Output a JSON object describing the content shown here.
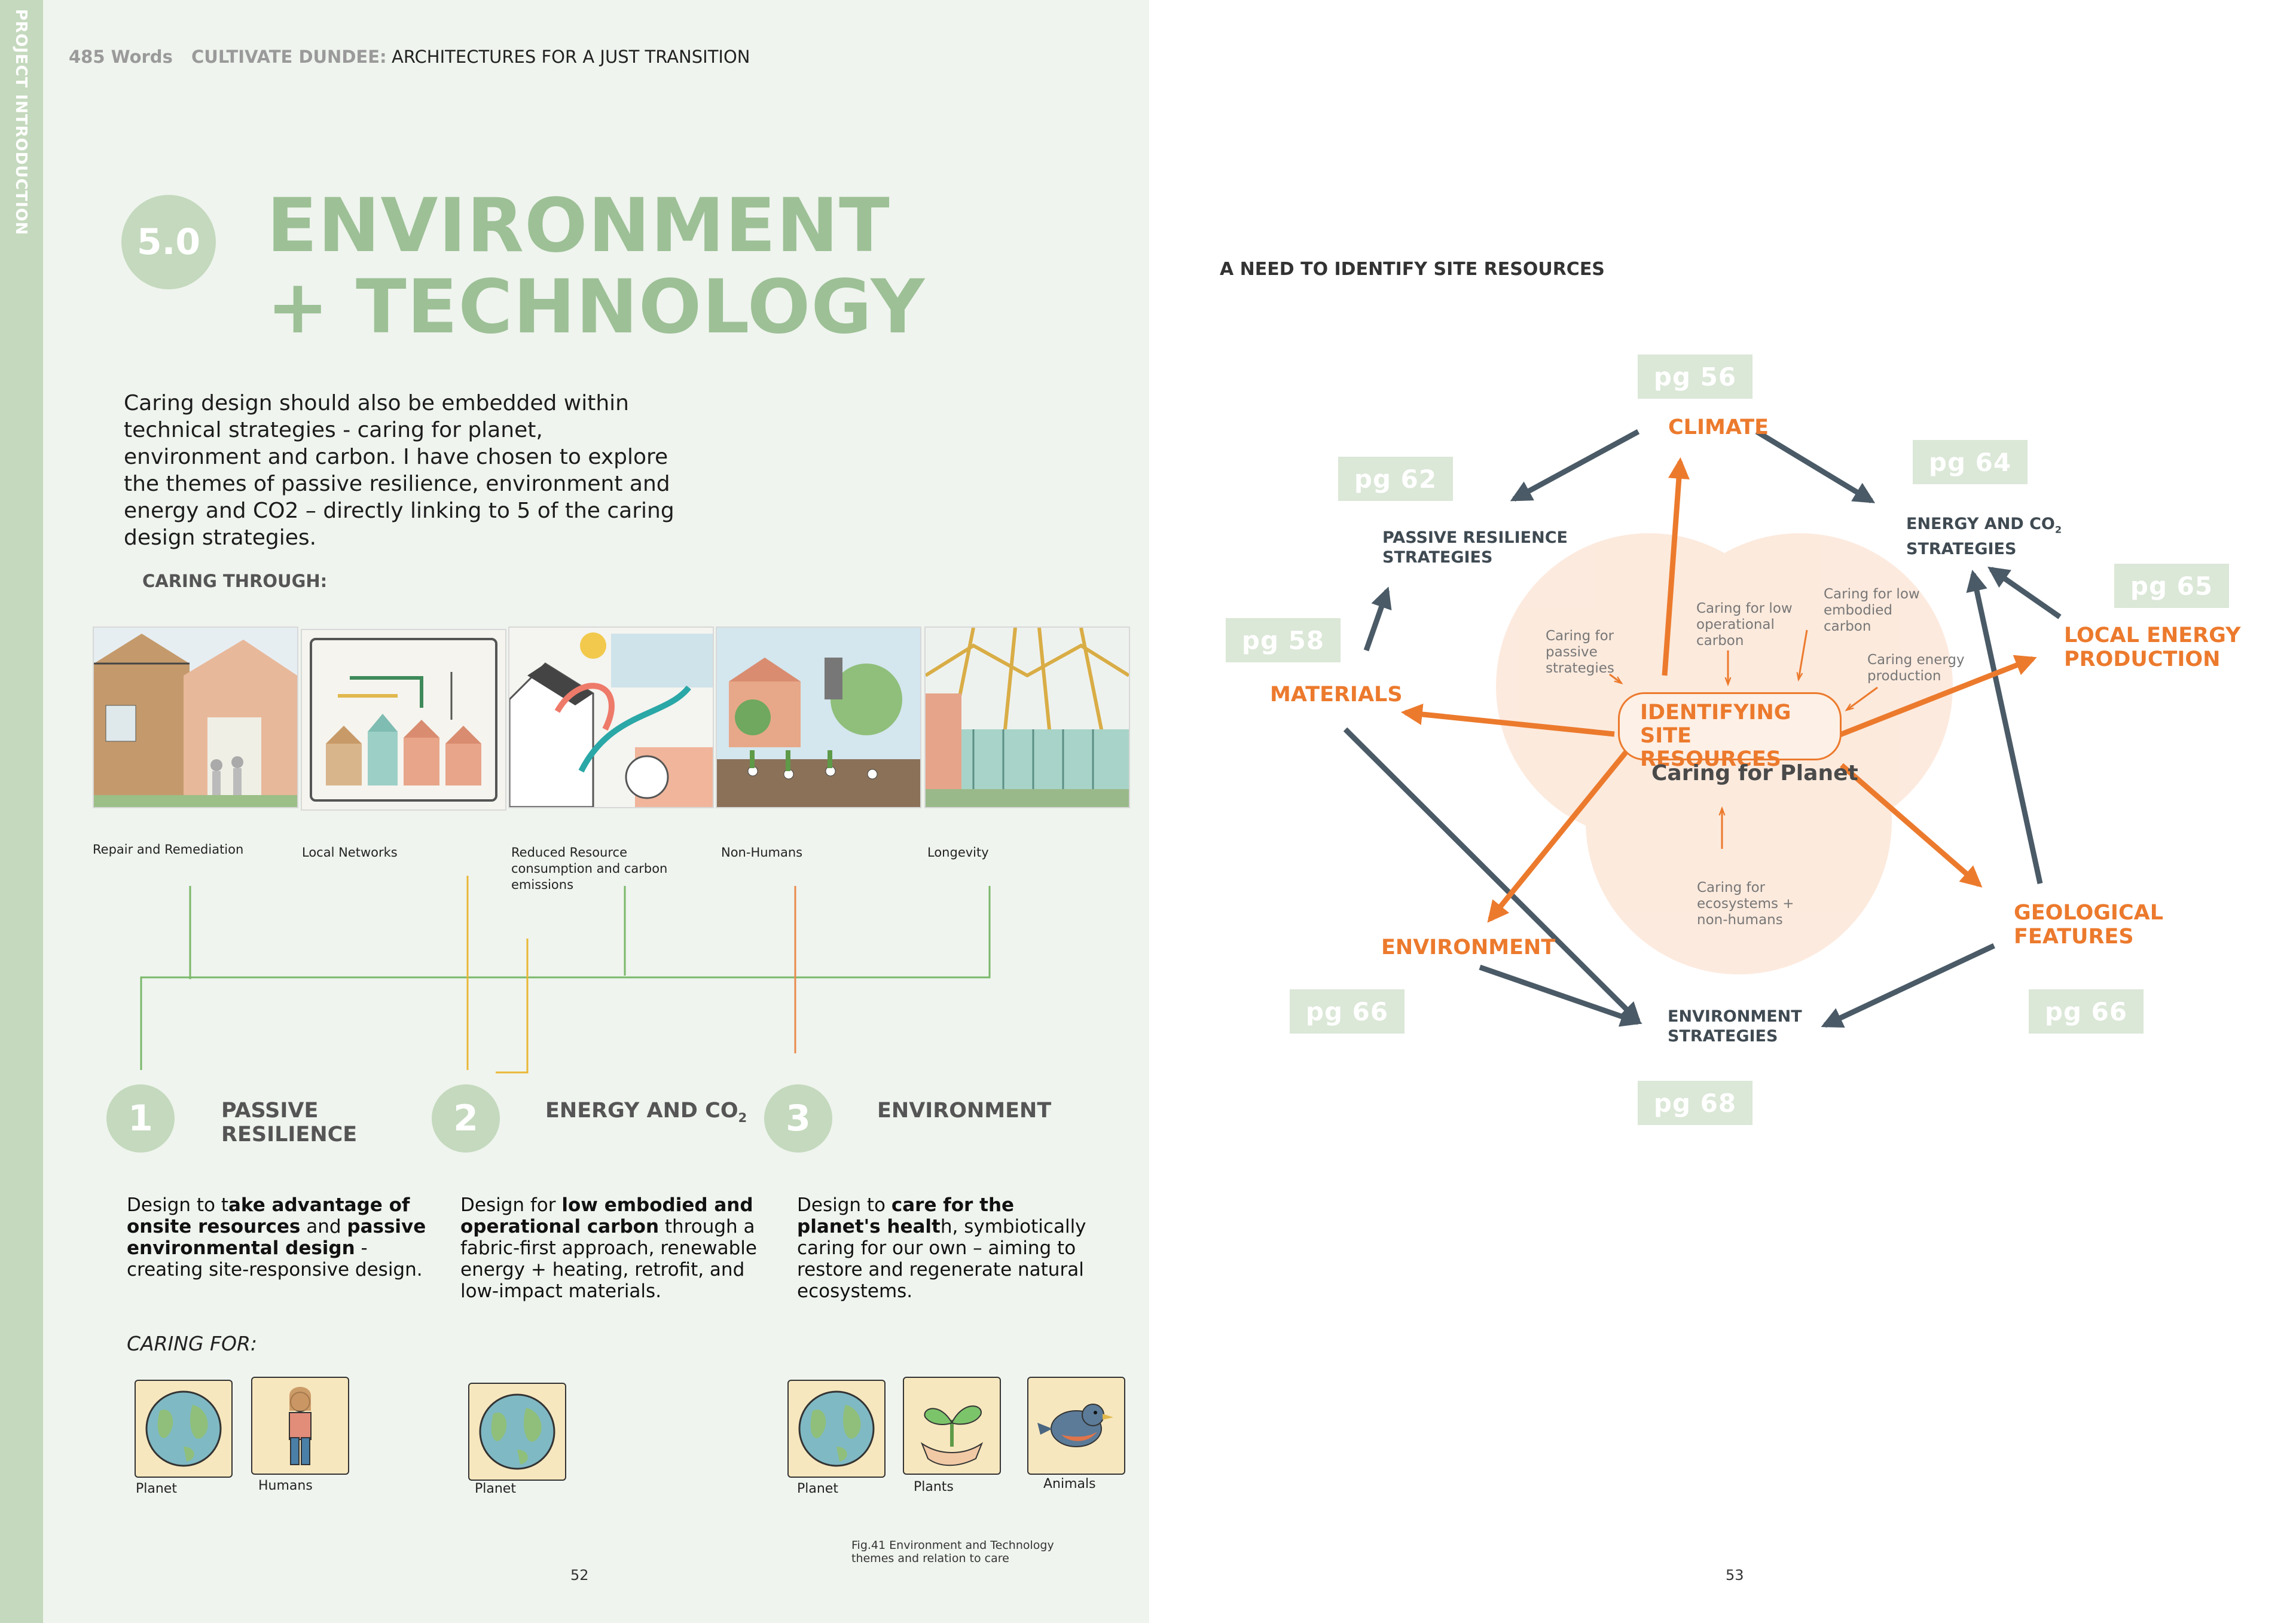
{
  "side_tab": "PROJECT INTRODUCTION",
  "header": {
    "words": "485 Words",
    "series": "CULTIVATE DUNDEE:",
    "subtitle": "ARCHITECTURES FOR A JUST  TRANSITION"
  },
  "section": {
    "number": "5.0",
    "title_line1": "ENVIRONMENT",
    "title_line2": "+ TECHNOLOGY"
  },
  "intro": "Caring design should also be embedded within technical strategies - caring for planet, environment and carbon. I have chosen to explore the themes of passive resilience, environment and energy and CO2 – directly linking to 5 of the caring design strategies.",
  "caring_through_label": "CARING THROUGH:",
  "strategies": [
    {
      "caption": "Repair and Remediation"
    },
    {
      "caption": "Local Networks"
    },
    {
      "caption": "Reduced Resource consumption and carbon emissions"
    },
    {
      "caption": "Non-Humans"
    },
    {
      "caption": "Longevity"
    }
  ],
  "themes": [
    {
      "number": "1",
      "title": "PASSIVE RESILIENCE",
      "desc_pre": "Design to t",
      "desc_b1": "ake advantage of onsite resources",
      "desc_mid": " and ",
      "desc_b2": "passive environmental design",
      "desc_post": " - creating site-responsive design."
    },
    {
      "number": "2",
      "title": "ENERGY AND CO",
      "title_sub": "2",
      "desc_pre": "Design for ",
      "desc_b1": "low embodied and operational carbon",
      "desc_mid": " through a fabric-first approach, renewable energy + heating, retrofit, and low-impact materials."
    },
    {
      "number": "3",
      "title": "ENVIRONMENT",
      "desc_pre": "Design to ",
      "desc_b1": "care for the planet's healt",
      "desc_mid": "h, symbiotically caring for our own – aiming to restore and regenerate natural ecosystems."
    }
  ],
  "caring_for_label": "CARING FOR:",
  "care_cards": [
    {
      "label": "Planet",
      "icon": "globe-icon"
    },
    {
      "label": "Humans",
      "icon": "person-icon"
    },
    {
      "label": "Planet",
      "icon": "globe-icon"
    },
    {
      "label": "Planet",
      "icon": "globe-icon"
    },
    {
      "label": "Plants",
      "icon": "seedling-icon"
    },
    {
      "label": "Animals",
      "icon": "bird-icon"
    }
  ],
  "figure_caption": "Fig.41 Environment and Technology themes and relation to care",
  "page_left": "52",
  "page_right": "53",
  "diagram": {
    "heading": "A NEED TO IDENTIFY SITE RESOURCES",
    "center_title": "IDENTIFYING SITE RESOURCES",
    "center_sub": "Caring for Planet",
    "resources": {
      "climate": "CLIMATE",
      "local_energy": "LOCAL ENERGY PRODUCTION",
      "geological": "GEOLOGICAL FEATURES",
      "environment": "ENVIRONMENT",
      "materials": "MATERIALS"
    },
    "strategies": {
      "passive": "PASSIVE RESILIENCE STRATEGIES",
      "energy": "ENERGY AND CO",
      "energy_sub": "2",
      "energy_line2": "STRATEGIES",
      "environment": "ENVIRONMENT STRATEGIES"
    },
    "notes": {
      "passive": "Caring for passive strategies",
      "operational": "Caring for low operational carbon",
      "embodied": "Caring for low embodied carbon",
      "energy": "Caring energy production",
      "ecosystems": "Caring for ecosystems + non-humans"
    },
    "pages": {
      "climate": "pg 56",
      "passive": "pg 62",
      "energy": "pg 64",
      "local_energy": "pg 65",
      "materials": "pg 58",
      "environment": "pg 66",
      "geological": "pg 66",
      "environment_strategies": "pg 68"
    }
  },
  "colors": {
    "green": "#9dc096",
    "pale_green": "#c4d9bd",
    "orange": "#ec7a2d",
    "slate": "#4a5a66"
  }
}
